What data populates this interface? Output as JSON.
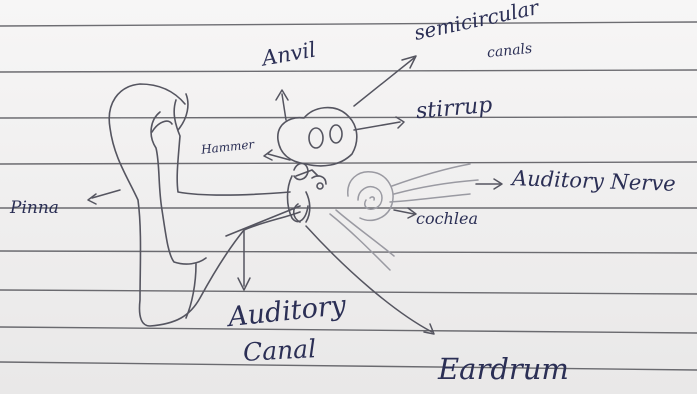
{
  "labels": {
    "anvil": "Anvil",
    "semicircular_line1": "semicircular",
    "semicircular_line2": "canals",
    "stirrup": "stirrup",
    "hammer": "Hammer",
    "pinna": "Pinna",
    "auditory_nerve": "Auditory Nerve",
    "cochlea": "cochlea",
    "auditory_canal_line1": "Auditory",
    "auditory_canal_line2": "Canal",
    "eardrum": "Eardrum"
  },
  "colors": {
    "ink": "#2b2f55",
    "pencil": "#555560",
    "pencil_light": "#9a9aa2",
    "ruled_line": "#3f3f46",
    "paper": "#f1f0f0"
  }
}
